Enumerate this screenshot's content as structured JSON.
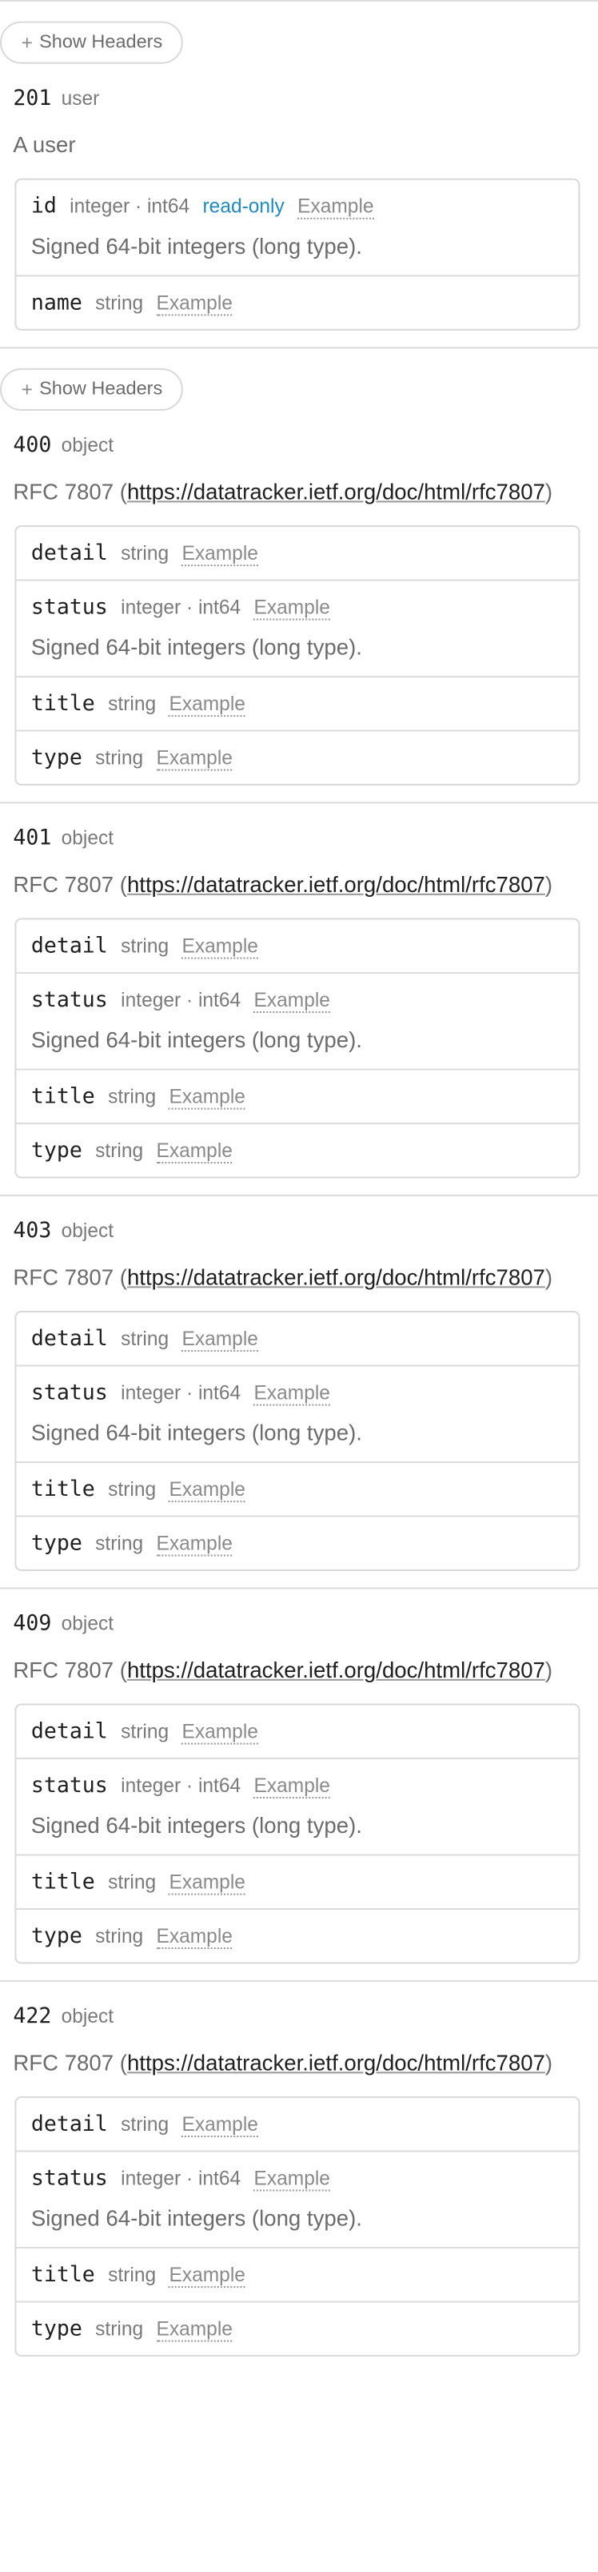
{
  "show_headers_label": "Show Headers",
  "responses": [
    {
      "code": "201",
      "type": "user",
      "description": "A user",
      "properties": [
        {
          "name": "id",
          "type": "integer · int64",
          "read_only": "read-only",
          "example": "Example",
          "description": "Signed 64-bit integers (long type)."
        },
        {
          "name": "name",
          "type": "string",
          "example": "Example"
        }
      ]
    },
    {
      "code": "400",
      "type": "object",
      "desc_prefix": "RFC 7807 (",
      "desc_link": "https://datatracker.ietf.org/doc/html/rfc7807",
      "desc_suffix": ")",
      "properties": [
        {
          "name": "detail",
          "type": "string",
          "example": "Example"
        },
        {
          "name": "status",
          "type": "integer · int64",
          "example": "Example",
          "description": "Signed 64-bit integers (long type)."
        },
        {
          "name": "title",
          "type": "string",
          "example": "Example"
        },
        {
          "name": "type",
          "type": "string",
          "example": "Example"
        }
      ]
    },
    {
      "code": "401",
      "type": "object",
      "desc_prefix": "RFC 7807 (",
      "desc_link": "https://datatracker.ietf.org/doc/html/rfc7807",
      "desc_suffix": ")",
      "properties": [
        {
          "name": "detail",
          "type": "string",
          "example": "Example"
        },
        {
          "name": "status",
          "type": "integer · int64",
          "example": "Example",
          "description": "Signed 64-bit integers (long type)."
        },
        {
          "name": "title",
          "type": "string",
          "example": "Example"
        },
        {
          "name": "type",
          "type": "string",
          "example": "Example"
        }
      ]
    },
    {
      "code": "403",
      "type": "object",
      "desc_prefix": "RFC 7807 (",
      "desc_link": "https://datatracker.ietf.org/doc/html/rfc7807",
      "desc_suffix": ")",
      "properties": [
        {
          "name": "detail",
          "type": "string",
          "example": "Example"
        },
        {
          "name": "status",
          "type": "integer · int64",
          "example": "Example",
          "description": "Signed 64-bit integers (long type)."
        },
        {
          "name": "title",
          "type": "string",
          "example": "Example"
        },
        {
          "name": "type",
          "type": "string",
          "example": "Example"
        }
      ]
    },
    {
      "code": "409",
      "type": "object",
      "desc_prefix": "RFC 7807 (",
      "desc_link": "https://datatracker.ietf.org/doc/html/rfc7807",
      "desc_suffix": ")",
      "properties": [
        {
          "name": "detail",
          "type": "string",
          "example": "Example"
        },
        {
          "name": "status",
          "type": "integer · int64",
          "example": "Example",
          "description": "Signed 64-bit integers (long type)."
        },
        {
          "name": "title",
          "type": "string",
          "example": "Example"
        },
        {
          "name": "type",
          "type": "string",
          "example": "Example"
        }
      ]
    },
    {
      "code": "422",
      "type": "object",
      "desc_prefix": "RFC 7807 (",
      "desc_link": "https://datatracker.ietf.org/doc/html/rfc7807",
      "desc_suffix": ")",
      "properties": [
        {
          "name": "detail",
          "type": "string",
          "example": "Example"
        },
        {
          "name": "status",
          "type": "integer · int64",
          "example": "Example",
          "description": "Signed 64-bit integers (long type)."
        },
        {
          "name": "title",
          "type": "string",
          "example": "Example"
        },
        {
          "name": "type",
          "type": "string",
          "example": "Example"
        }
      ]
    }
  ]
}
